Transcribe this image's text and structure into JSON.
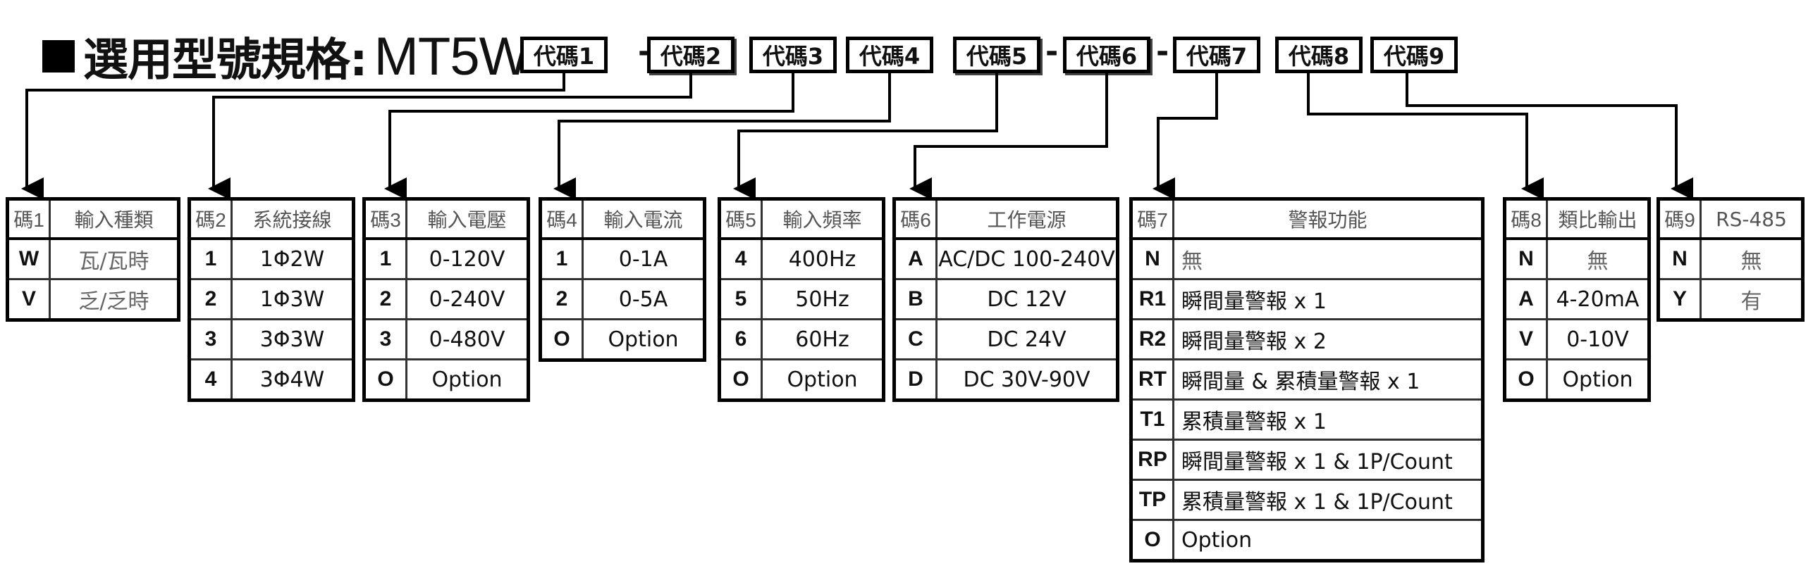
{
  "title": {
    "label": "選用型號規格:",
    "model": "MT5W"
  },
  "codes": [
    "代碼1",
    "代碼2",
    "代碼3",
    "代碼4",
    "代碼5",
    "代碼6",
    "代碼7",
    "代碼8",
    "代碼9"
  ],
  "separator": "-",
  "tables": [
    {
      "header_code": "碼1",
      "header_name": "輸入種類",
      "rows": [
        [
          "W",
          "瓦/瓦時"
        ],
        [
          "V",
          "乏/乏時"
        ]
      ]
    },
    {
      "header_code": "碼2",
      "header_name": "系統接線",
      "rows": [
        [
          "1",
          "1Φ2W"
        ],
        [
          "2",
          "1Φ3W"
        ],
        [
          "3",
          "3Φ3W"
        ],
        [
          "4",
          "3Φ4W"
        ]
      ]
    },
    {
      "header_code": "碼3",
      "header_name": "輸入電壓",
      "rows": [
        [
          "1",
          "0-120V"
        ],
        [
          "2",
          "0-240V"
        ],
        [
          "3",
          "0-480V"
        ],
        [
          "O",
          "Option"
        ]
      ]
    },
    {
      "header_code": "碼4",
      "header_name": "輸入電流",
      "rows": [
        [
          "1",
          "0-1A"
        ],
        [
          "2",
          "0-5A"
        ],
        [
          "O",
          "Option"
        ]
      ]
    },
    {
      "header_code": "碼5",
      "header_name": "輸入頻率",
      "rows": [
        [
          "4",
          "400Hz"
        ],
        [
          "5",
          "50Hz"
        ],
        [
          "6",
          "60Hz"
        ],
        [
          "O",
          "Option"
        ]
      ]
    },
    {
      "header_code": "碼6",
      "header_name": "工作電源",
      "rows": [
        [
          "A",
          "AC/DC 100-240V"
        ],
        [
          "B",
          "DC 12V"
        ],
        [
          "C",
          "DC 24V"
        ],
        [
          "D",
          "DC 30V-90V"
        ]
      ]
    },
    {
      "header_code": "碼7",
      "header_name": "警報功能",
      "rows": [
        [
          "N",
          "無"
        ],
        [
          "R1",
          "瞬間量警報 x 1"
        ],
        [
          "R2",
          "瞬間量警報 x 2"
        ],
        [
          "RT",
          "瞬間量 & 累積量警報 x 1"
        ],
        [
          "T1",
          "累積量警報 x 1"
        ],
        [
          "RP",
          "瞬間量警報 x 1 & 1P/Count"
        ],
        [
          "TP",
          "累積量警報 x 1 & 1P/Count"
        ],
        [
          "O",
          "Option"
        ]
      ]
    },
    {
      "header_code": "碼8",
      "header_name": "類比輸出",
      "rows": [
        [
          "N",
          "無"
        ],
        [
          "A",
          "4-20mA"
        ],
        [
          "V",
          "0-10V"
        ],
        [
          "O",
          "Option"
        ]
      ]
    },
    {
      "header_code": "碼9",
      "header_name": "RS-485",
      "rows": [
        [
          "N",
          "無"
        ],
        [
          "Y",
          "有"
        ]
      ]
    }
  ]
}
